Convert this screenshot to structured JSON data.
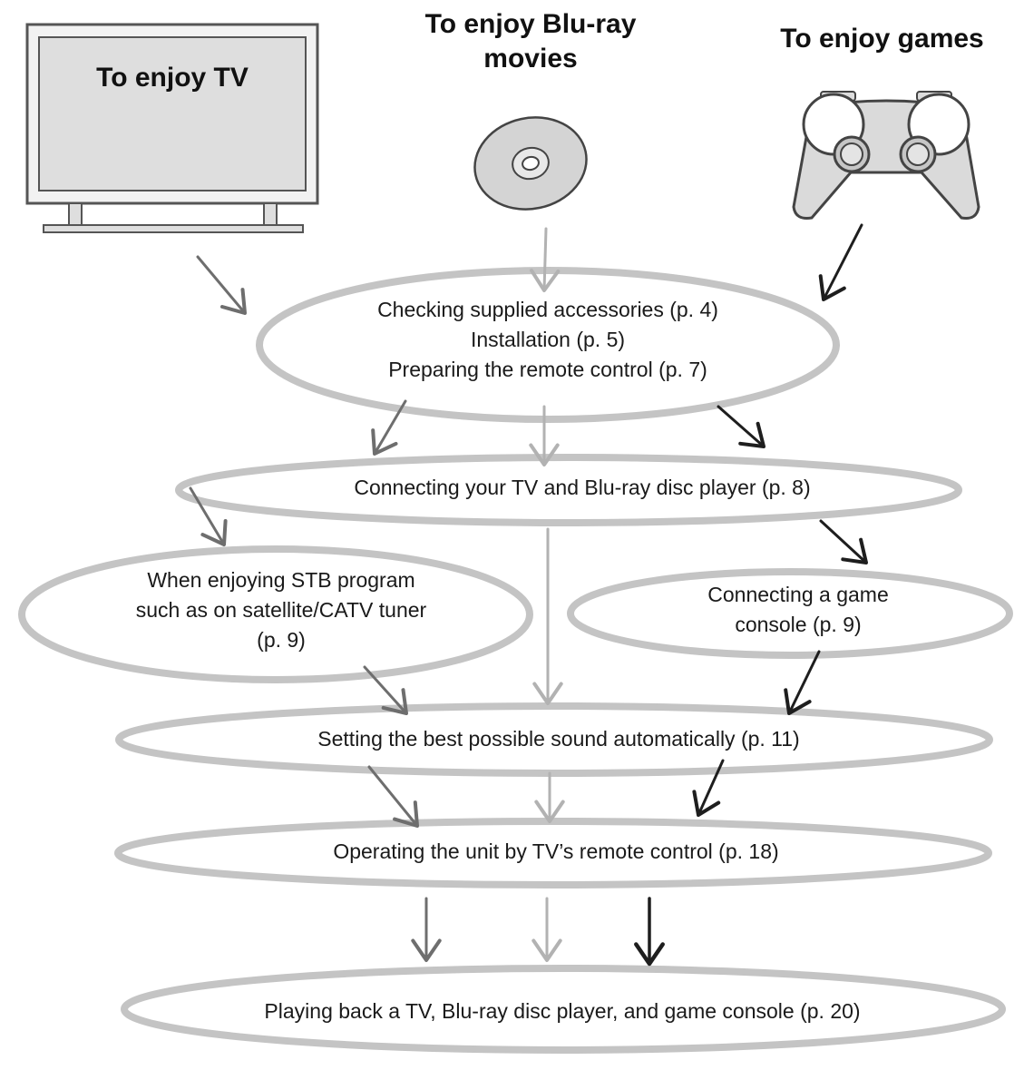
{
  "headings": {
    "tv": "To enjoy TV",
    "bluray_line1": "To enjoy Blu-ray",
    "bluray_line2": "movies",
    "games": "To enjoy games"
  },
  "steps": {
    "prepare": [
      "Checking supplied accessories (p. 4)",
      "Installation (p. 5)",
      "Preparing the remote control (p. 7)"
    ],
    "connect_tv": "Connecting your TV and Blu-ray disc player (p. 8)",
    "stb": [
      "When enjoying STB program",
      "such as on satellite/CATV tuner",
      "(p. 9)"
    ],
    "game_console": [
      "Connecting a game",
      "console (p. 9)"
    ],
    "sound": "Setting the best possible sound automatically (p. 11)",
    "tv_remote": "Operating the unit by TV’s remote control (p. 18)",
    "playback": "Playing back a TV, Blu-ray disc player, and game console (p. 20)"
  },
  "icons": [
    "tv-icon",
    "disc-icon",
    "game-controller-icon"
  ],
  "colors": {
    "ellipse_stroke": "#c4c4c4",
    "arrow_tv": "#6e6e6e",
    "arrow_bluray": "#b2b2b2",
    "arrow_games": "#1e1e1e"
  }
}
